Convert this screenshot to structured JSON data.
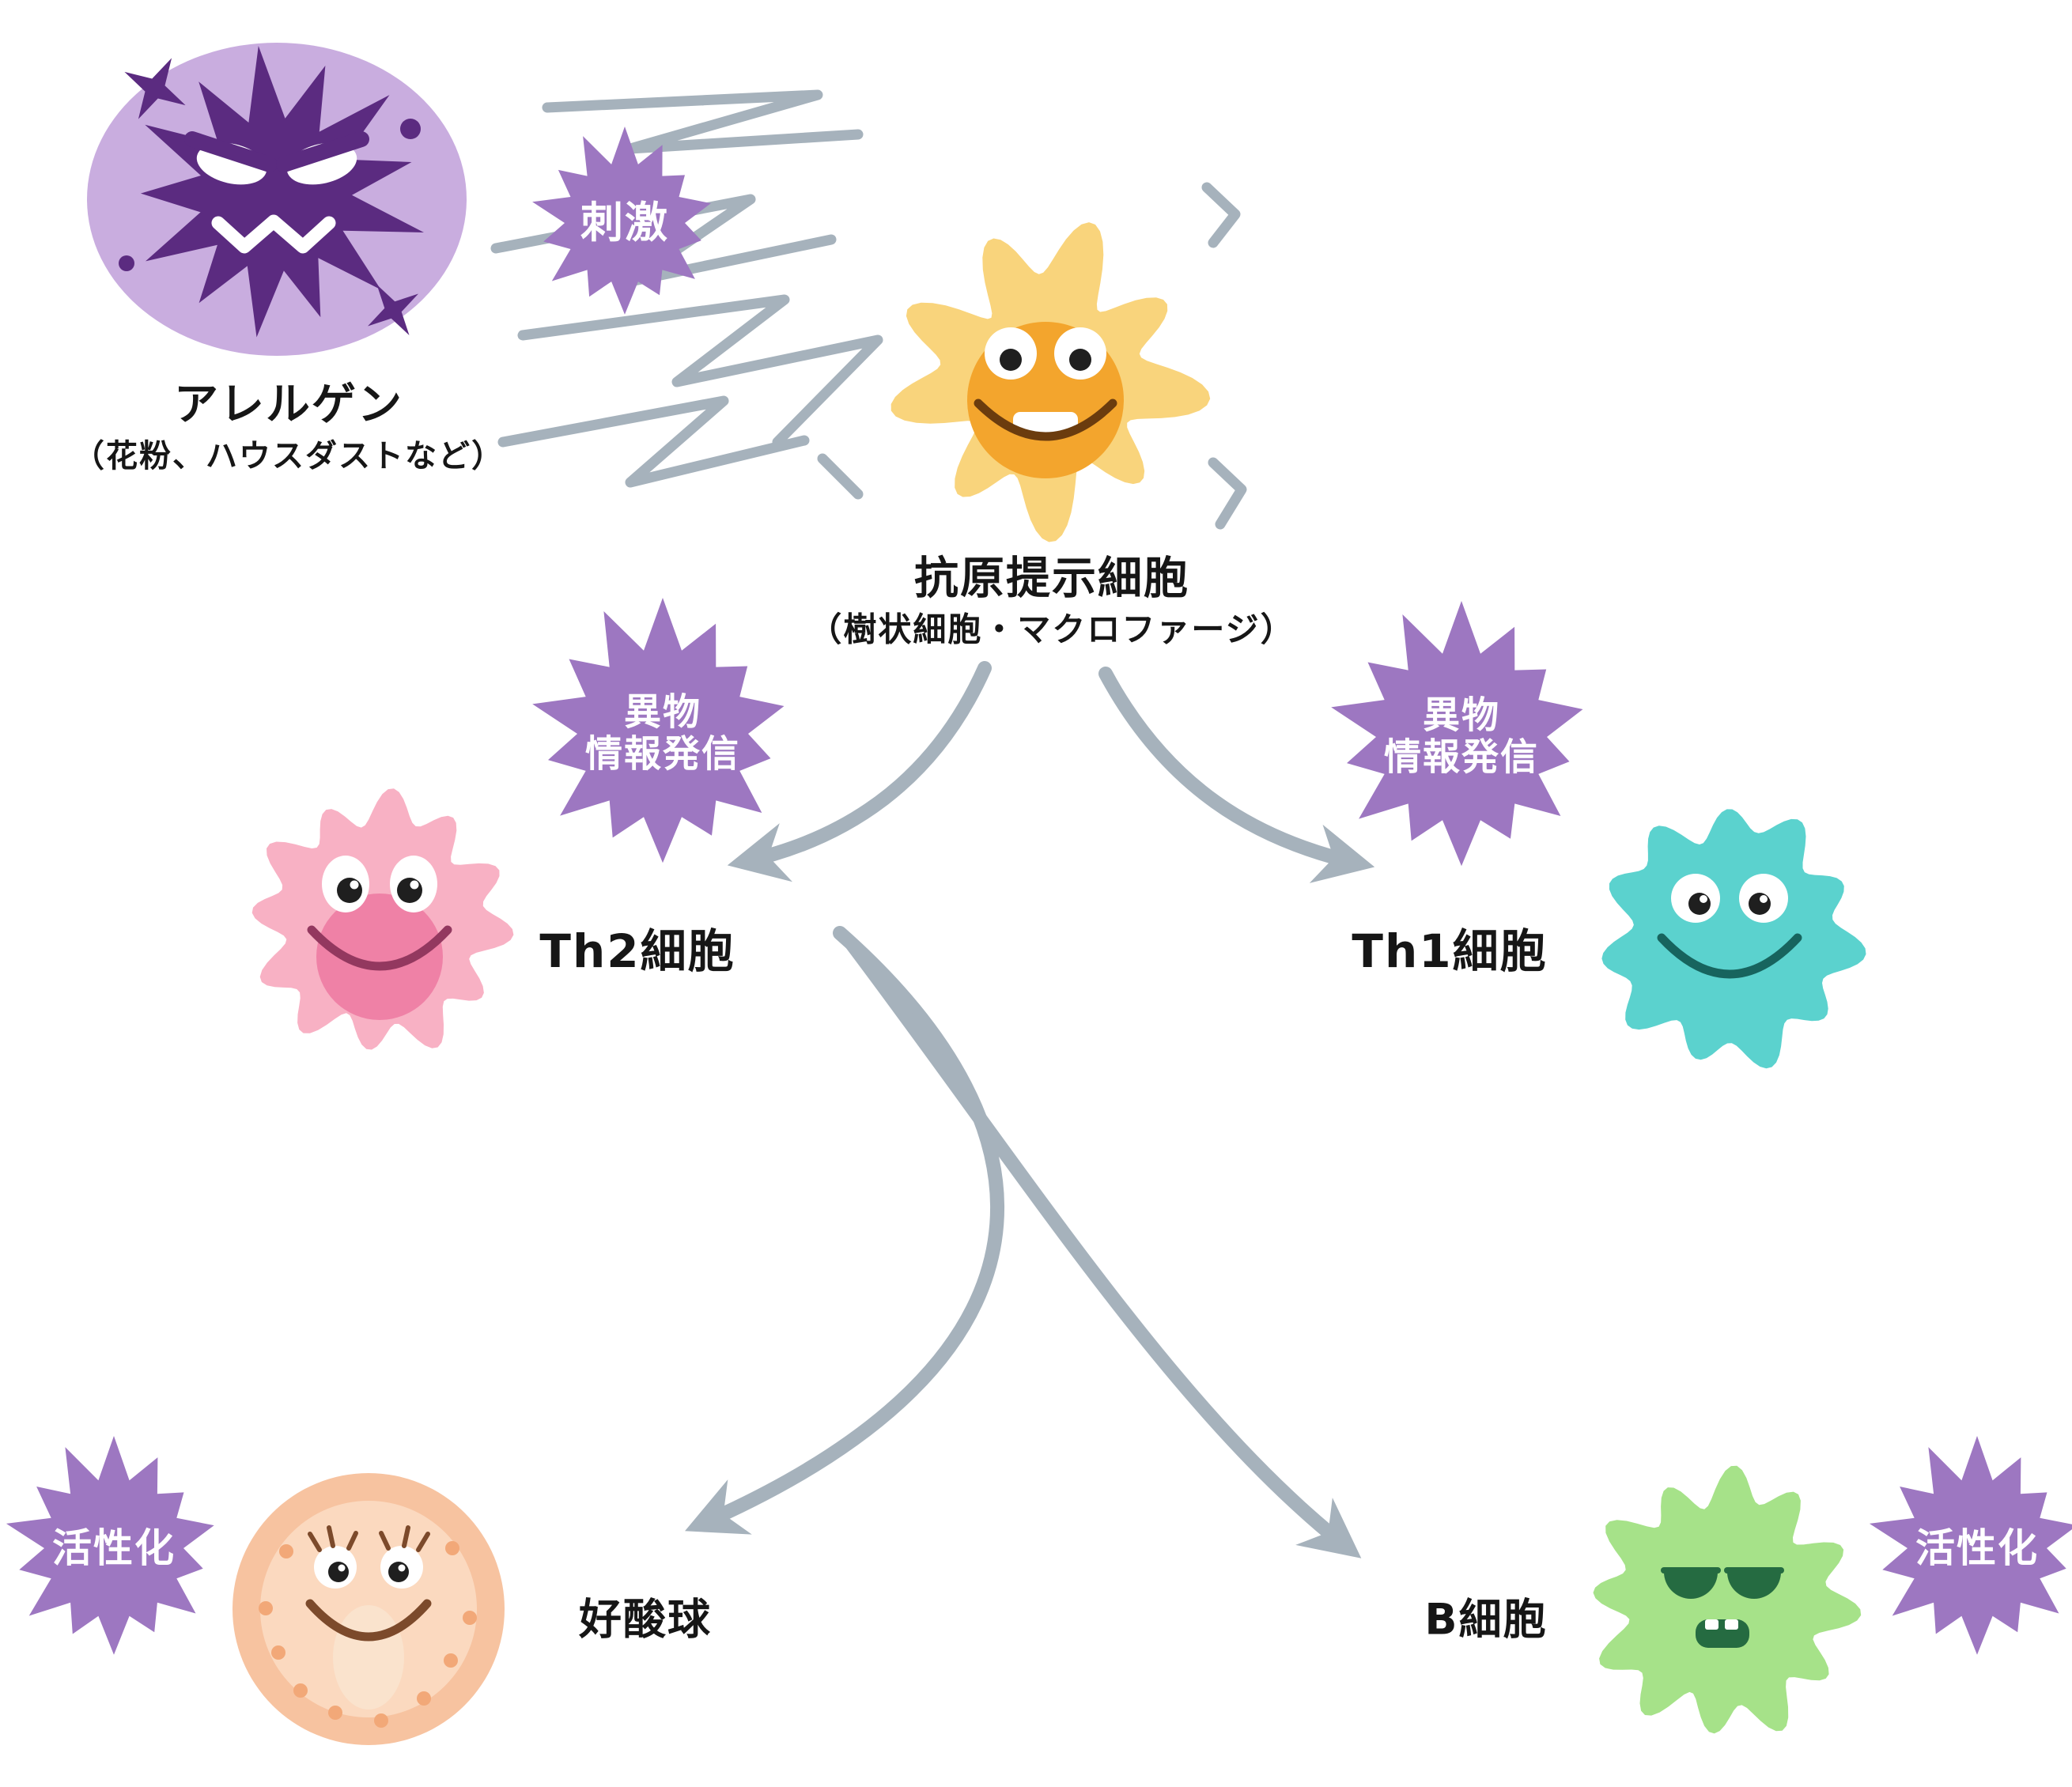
{
  "colors": {
    "badge_purple": "#9d77c1",
    "arrow_gray": "#a6b2bc",
    "text_dark": "#161616",
    "allergen_body": "#c9addf",
    "allergen_star": "#5b2b80",
    "apc_body": "#f9d47c",
    "apc_face": "#f3a52d",
    "apc_mouth": "#6b3c0e",
    "th2_body": "#f8b1c4",
    "th2_inner": "#ef81a6",
    "th2_mouth": "#93385f",
    "th1_body": "#5bd2ce",
    "th1_mouth": "#17645e",
    "eos_outer": "#f7c3a0",
    "eos_inner": "#fbd9bf",
    "eos_dot": "#f2a878",
    "eos_tongue": "#fae3cd",
    "eos_mouth": "#7c4a2b",
    "b_body": "#a6e289",
    "b_dark": "#256b41"
  },
  "nodes": {
    "allergen": {
      "label": "アレルゲン",
      "sublabel": "（花粉、ハウスダストなど）"
    },
    "apc": {
      "label": "抗原提示細胞",
      "sublabel": "（樹状細胞・マクロファージ）"
    },
    "th2": {
      "label": "Th2細胞"
    },
    "th1": {
      "label": "Th1細胞"
    },
    "eosinophil": {
      "label": "好酸球"
    },
    "bcell": {
      "label": "B細胞"
    }
  },
  "badges": {
    "stimulus": {
      "text": "刺激"
    },
    "info_left": {
      "line1": "異物",
      "line2": "情報発信"
    },
    "info_right": {
      "line1": "異物",
      "line2": "情報発信"
    },
    "activation_left": {
      "text": "活性化"
    },
    "activation_right": {
      "text": "活性化"
    }
  }
}
